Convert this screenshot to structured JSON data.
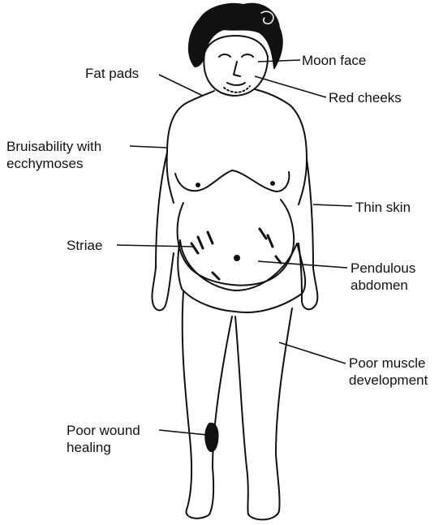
{
  "labels": {
    "moon_face": "Moon face",
    "red_cheeks": "Red cheeks",
    "fat_pads": "Fat pads",
    "bruisability": [
      "Bruisability with",
      "ecchymoses"
    ],
    "thin_skin": "Thin skin",
    "striae": "Striae",
    "pendulous_abdomen": [
      "Pendulous",
      "abdomen"
    ],
    "poor_muscle": [
      "Poor muscle",
      "development"
    ],
    "poor_wound": [
      "Poor wound",
      "healing"
    ]
  }
}
